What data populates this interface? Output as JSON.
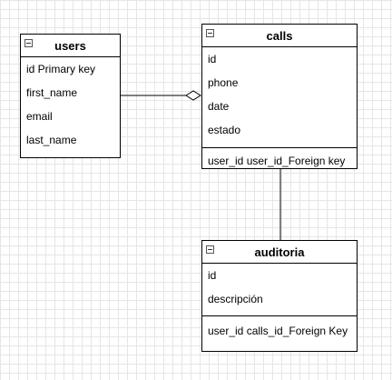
{
  "entities": {
    "users": {
      "title": "users",
      "fields": [
        "id  Primary key",
        "first_name",
        "email",
        "last_name"
      ]
    },
    "calls": {
      "title": "calls",
      "fields": [
        "id",
        "phone",
        "date",
        "estado"
      ],
      "keys": [
        "user_id user_id_Foreign key"
      ]
    },
    "auditoria": {
      "title": "auditoria",
      "fields": [
        "id",
        "descripción"
      ],
      "keys": [
        "user_id calls_id_Foreign Key"
      ]
    }
  },
  "relations": [
    {
      "from": "users",
      "to": "calls",
      "end_symbol": "hollow-diamond"
    },
    {
      "from": "calls",
      "to": "auditoria",
      "end_symbol": "none"
    }
  ],
  "colors": {
    "line": "#000000",
    "grid": "#e6e6e6",
    "fill": "#ffffff"
  }
}
